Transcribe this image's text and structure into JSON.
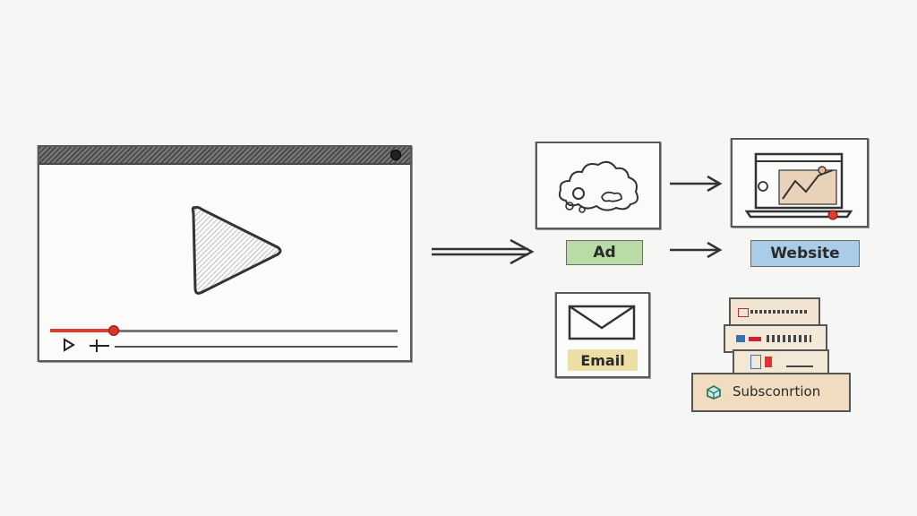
{
  "labels": {
    "ad": "Ad",
    "website": "Website",
    "email": "Email",
    "subscription": "Subsconrtion"
  },
  "colors": {
    "ad_chip": "#b9dba6",
    "website_chip": "#a9cde9",
    "email_chip": "#ecdfa6",
    "subscription_box": "#f1dcc0",
    "progress": "#e23b2e",
    "pencil": "#3a3a3a"
  },
  "player": {
    "progress": 0.18
  }
}
